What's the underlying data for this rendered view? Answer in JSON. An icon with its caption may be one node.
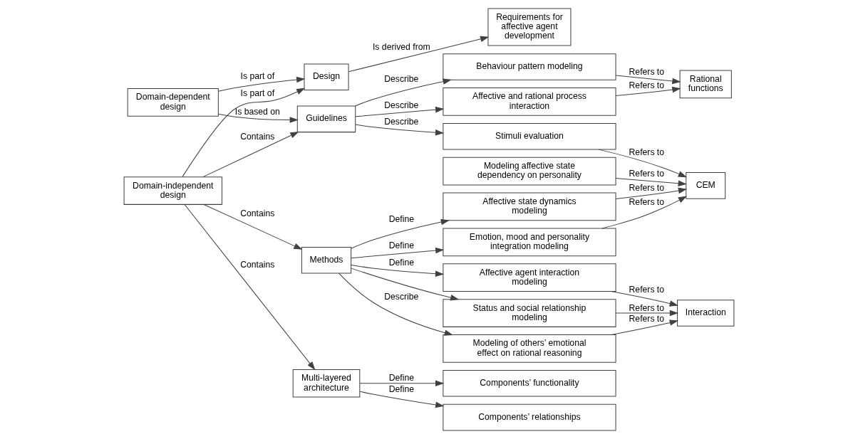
{
  "diagram": {
    "nodes": [
      {
        "text": [
          "Requirements for affective agent development"
        ]
      },
      {
        "text": [
          "Design"
        ]
      },
      {
        "text": [
          "Domain-dependent design"
        ]
      },
      {
        "text": [
          "Domain-independent design"
        ]
      },
      {
        "text": [
          "Multi-layered architecture"
        ]
      },
      {
        "text": [
          "Methods"
        ]
      },
      {
        "text": [
          "Guidelines"
        ]
      },
      {
        "text": [
          "Components’ relationships"
        ]
      },
      {
        "text": [
          "Components’ functionality"
        ]
      },
      {
        "text": [
          "Affective state dynamics modeling"
        ]
      },
      {
        "text": [
          "Modeling affective state dependency on personality"
        ]
      },
      {
        "text": [
          "Emotion, mood and personality integration modeling"
        ]
      },
      {
        "text": [
          "Affective agent interaction modeling"
        ]
      },
      {
        "text": [
          "Status and social relationship modeling"
        ]
      },
      {
        "text": [
          "Modeling of others’ emotional effect on rational reasoning"
        ]
      },
      {
        "text": [
          "Stimuli evaluation"
        ]
      },
      {
        "text": [
          "Behaviour pattern modeling"
        ]
      },
      {
        "text": [
          "Affective and rational process interaction"
        ]
      },
      {
        "text": [
          "CEM"
        ]
      },
      {
        "text": [
          "Interaction"
        ]
      },
      {
        "text": [
          "Rational functions"
        ]
      }
    ],
    "edges": [
      {
        "from": 1,
        "to": 0,
        "arrow": "to",
        "label": "Is derived from"
      },
      {
        "from": 2,
        "to": 1,
        "arrow": "to",
        "label": "Is part of"
      },
      {
        "from": 3,
        "to": 1,
        "arrow": "to",
        "label": "Is part of"
      },
      {
        "from": 3,
        "to": 4,
        "arrow": "to",
        "label": "Contains"
      },
      {
        "from": 3,
        "to": 5,
        "arrow": "to",
        "label": "Contains"
      },
      {
        "from": 3,
        "to": 6,
        "arrow": "to",
        "label": "Contains"
      },
      {
        "from": 2,
        "to": 6,
        "arrow": "to",
        "label": "Is based on"
      },
      {
        "from": 4,
        "to": 7,
        "arrow": "to",
        "label": "Define"
      },
      {
        "from": 4,
        "to": 8,
        "arrow": "to",
        "label": "Define"
      },
      {
        "from": 5,
        "to": 9,
        "arrow": "to",
        "label": "Define"
      },
      {
        "from": 5,
        "to": 11,
        "arrow": "to",
        "label": "Define"
      },
      {
        "from": 5,
        "to": 12,
        "arrow": "to",
        "label": "Define"
      },
      {
        "from": 5,
        "to": 13,
        "arrow": "to"
      },
      {
        "from": 5,
        "to": 14,
        "arrow": "to",
        "label": "Describe"
      },
      {
        "from": 6,
        "to": 15,
        "arrow": "to",
        "label": "Describe"
      },
      {
        "from": 6,
        "to": 16,
        "arrow": "to",
        "label": "Describe"
      },
      {
        "from": 6,
        "to": 17,
        "arrow": "to",
        "label": "Describe"
      },
      {
        "from": 9,
        "to": 18,
        "arrow": "to",
        "label": "Refers to"
      },
      {
        "from": 10,
        "to": 18,
        "arrow": "to",
        "label": "Refers to"
      },
      {
        "from": 11,
        "to": 18,
        "arrow": "to",
        "label": "Refers to"
      },
      {
        "from": 15,
        "to": 18,
        "arrow": "to",
        "label": "Refers to"
      },
      {
        "from": 12,
        "to": 19,
        "arrow": "to",
        "label": "Refers to"
      },
      {
        "from": 13,
        "to": 19,
        "arrow": "to",
        "label": "Refers to"
      },
      {
        "from": 14,
        "to": 19,
        "arrow": "to",
        "label": "Refers to"
      },
      {
        "from": 16,
        "to": 20,
        "arrow": "to",
        "label": "Refers to"
      },
      {
        "from": 17,
        "to": 20,
        "arrow": "to",
        "label": "Refers to"
      }
    ]
  }
}
